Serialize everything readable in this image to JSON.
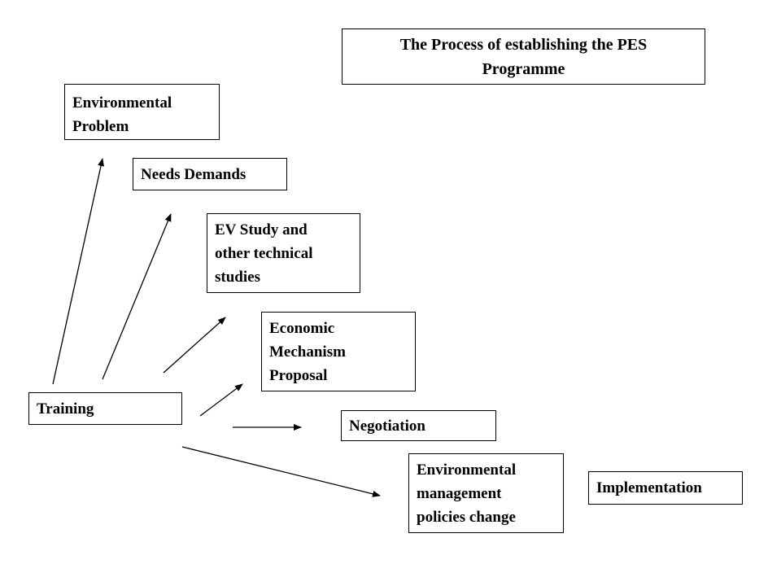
{
  "title": "The Process of establishing the PES\nProgramme",
  "nodes": {
    "environmental_problem": "Environmental\nProblem",
    "needs_demands": "Needs Demands",
    "ev_study": "EV Study and\nother technical\nstudies",
    "economic_mechanism": "Economic\nMechanism\nProposal",
    "training": "Training",
    "negotiation": "Negotiation",
    "environmental_management": "Environmental\nmanagement\npolicies change",
    "implementation": "Implementation"
  }
}
